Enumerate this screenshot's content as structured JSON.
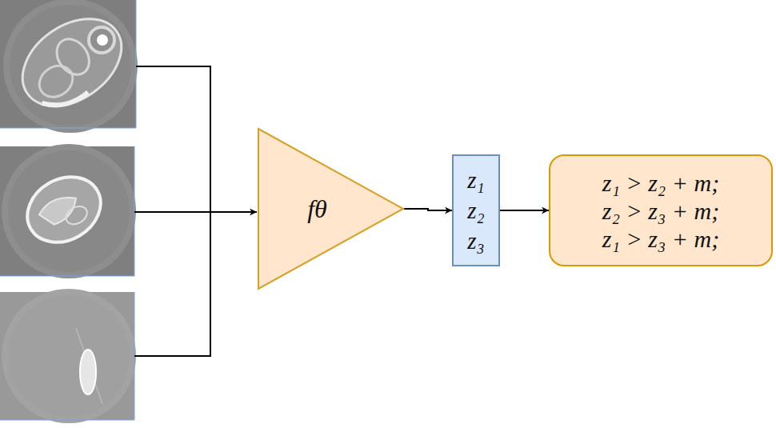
{
  "diagram": {
    "nodes": [
      {
        "text": [
          "fθ"
        ]
      },
      {
        "text": [
          "z₁",
          "z₂",
          "z₃"
        ]
      },
      {
        "text": [
          "z₁ > z₂ + m;",
          "z₂ > z₃ + m;",
          "z₁ > z₃ + m;"
        ]
      }
    ],
    "edges": [
      {
        "from": 0,
        "to": 1,
        "arrow": "to"
      },
      {
        "from": 1,
        "to": 2,
        "arrow": "to"
      }
    ]
  }
}
